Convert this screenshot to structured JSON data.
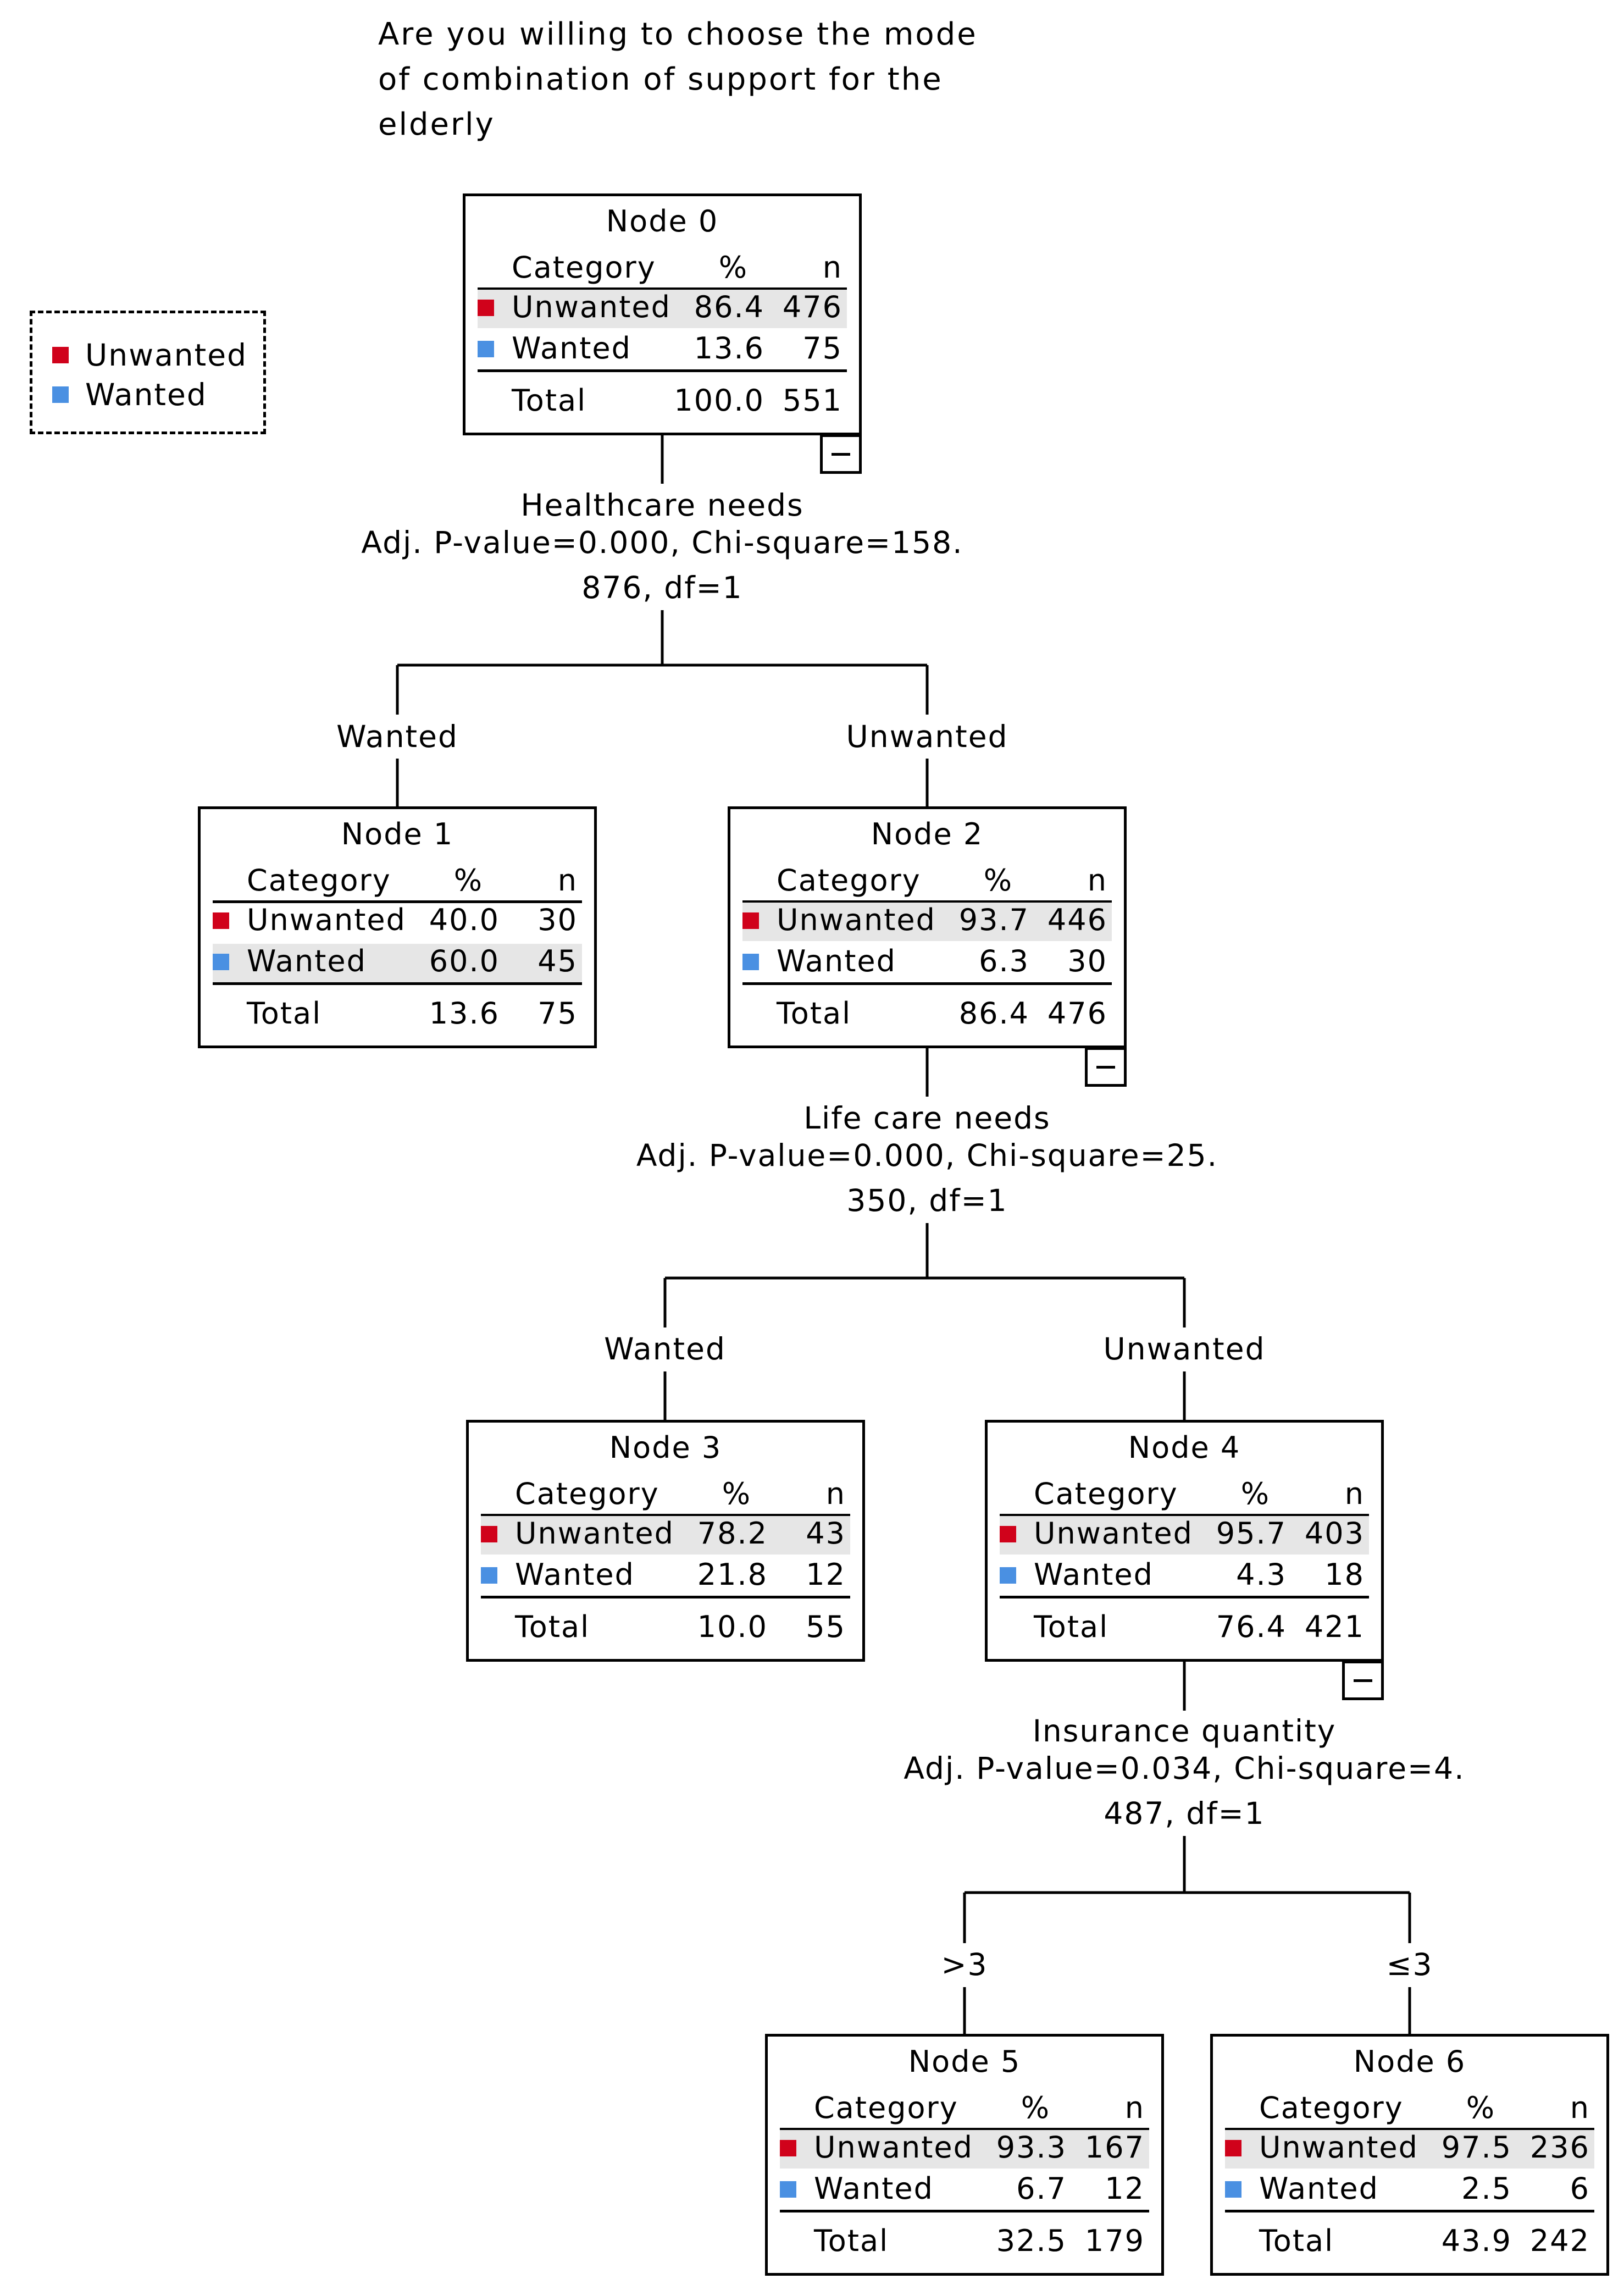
{
  "title_lines": [
    "Are you willing to choose the mode",
    "of combination of support for the",
    "elderly"
  ],
  "legend": [
    {
      "label": "Unwanted",
      "color": "#d0021b"
    },
    {
      "label": "Wanted",
      "color": "#4a90e2"
    }
  ],
  "column_headers": {
    "category": "Category",
    "percent": "%",
    "n": "n"
  },
  "total_label": "Total",
  "nodes": [
    {
      "title": "Node 0",
      "rows": [
        {
          "cat": "Unwanted",
          "pct": "86.4",
          "n": "476"
        },
        {
          "cat": "Wanted",
          "pct": "13.6",
          "n": "75"
        }
      ],
      "total": {
        "pct": "100.0",
        "n": "551"
      },
      "highlight": 0,
      "expanded": true
    },
    {
      "title": "Node 1",
      "rows": [
        {
          "cat": "Unwanted",
          "pct": "40.0",
          "n": "30"
        },
        {
          "cat": "Wanted",
          "pct": "60.0",
          "n": "45"
        }
      ],
      "total": {
        "pct": "13.6",
        "n": "75"
      },
      "highlight": 1,
      "expanded": false
    },
    {
      "title": "Node 2",
      "rows": [
        {
          "cat": "Unwanted",
          "pct": "93.7",
          "n": "446"
        },
        {
          "cat": "Wanted",
          "pct": "6.3",
          "n": "30"
        }
      ],
      "total": {
        "pct": "86.4",
        "n": "476"
      },
      "highlight": 0,
      "expanded": true
    },
    {
      "title": "Node 3",
      "rows": [
        {
          "cat": "Unwanted",
          "pct": "78.2",
          "n": "43"
        },
        {
          "cat": "Wanted",
          "pct": "21.8",
          "n": "12"
        }
      ],
      "total": {
        "pct": "10.0",
        "n": "55"
      },
      "highlight": 0,
      "expanded": false
    },
    {
      "title": "Node 4",
      "rows": [
        {
          "cat": "Unwanted",
          "pct": "95.7",
          "n": "403"
        },
        {
          "cat": "Wanted",
          "pct": "4.3",
          "n": "18"
        }
      ],
      "total": {
        "pct": "76.4",
        "n": "421"
      },
      "highlight": 0,
      "expanded": true
    },
    {
      "title": "Node 5",
      "rows": [
        {
          "cat": "Unwanted",
          "pct": "93.3",
          "n": "167"
        },
        {
          "cat": "Wanted",
          "pct": "6.7",
          "n": "12"
        }
      ],
      "total": {
        "pct": "32.5",
        "n": "179"
      },
      "highlight": 0,
      "expanded": false
    },
    {
      "title": "Node 6",
      "rows": [
        {
          "cat": "Unwanted",
          "pct": "97.5",
          "n": "236"
        },
        {
          "cat": "Wanted",
          "pct": "2.5",
          "n": "6"
        }
      ],
      "total": {
        "pct": "43.9",
        "n": "242"
      },
      "highlight": 0,
      "expanded": false
    }
  ],
  "splits": [
    {
      "variable": "Healthcare needs",
      "stats_line1": "Adj. P-value=0.000, Chi-square=158.",
      "stats_line2": "876, df=1"
    },
    {
      "variable": "Life care needs",
      "stats_line1": "Adj. P-value=0.000, Chi-square=25.",
      "stats_line2": "350, df=1"
    },
    {
      "variable": "Insurance quantity",
      "stats_line1": "Adj. P-value=0.034, Chi-square=4.",
      "stats_line2": "487, df=1"
    }
  ],
  "branches": [
    "Wanted",
    "Unwanted",
    "Wanted",
    "Unwanted",
    ">3",
    "≤3"
  ]
}
